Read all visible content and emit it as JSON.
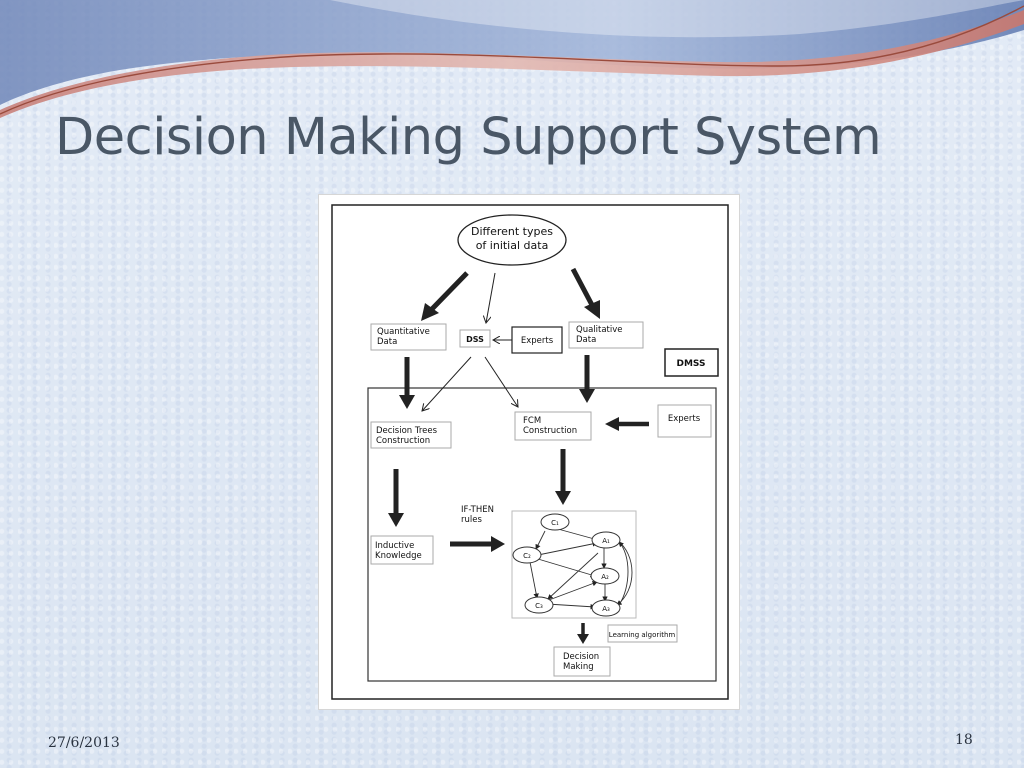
{
  "slide": {
    "title": "Decision Making Support System",
    "date": "27/6/2013",
    "page_number": "18"
  },
  "diagram": {
    "initial_data": {
      "line1": "Different types",
      "line2": "of initial data"
    },
    "quantitative": {
      "line1": "Quantitative",
      "line2": "Data"
    },
    "dss": "DSS",
    "experts_top": "Experts",
    "qualitative": {
      "line1": "Qualitative",
      "line2": "Data"
    },
    "dmss": "DMSS",
    "decision_trees": {
      "line1": "Decision Trees",
      "line2": "Construction"
    },
    "fcm": {
      "line1": "FCM",
      "line2": "Construction"
    },
    "experts_right": "Experts",
    "if_then": {
      "line1": "IF-THEN",
      "line2": "rules"
    },
    "inductive": {
      "line1": "Inductive",
      "line2": "Knowledge"
    },
    "learning_algorithm": "Learning algorithm",
    "decision_making": {
      "line1": "Decision",
      "line2": "Making"
    },
    "fcm_nodes": {
      "c1": "C₁",
      "c2": "C₂",
      "c3": "C₃",
      "a1": "A₁",
      "a2": "A₂",
      "a3": "A₃"
    }
  }
}
